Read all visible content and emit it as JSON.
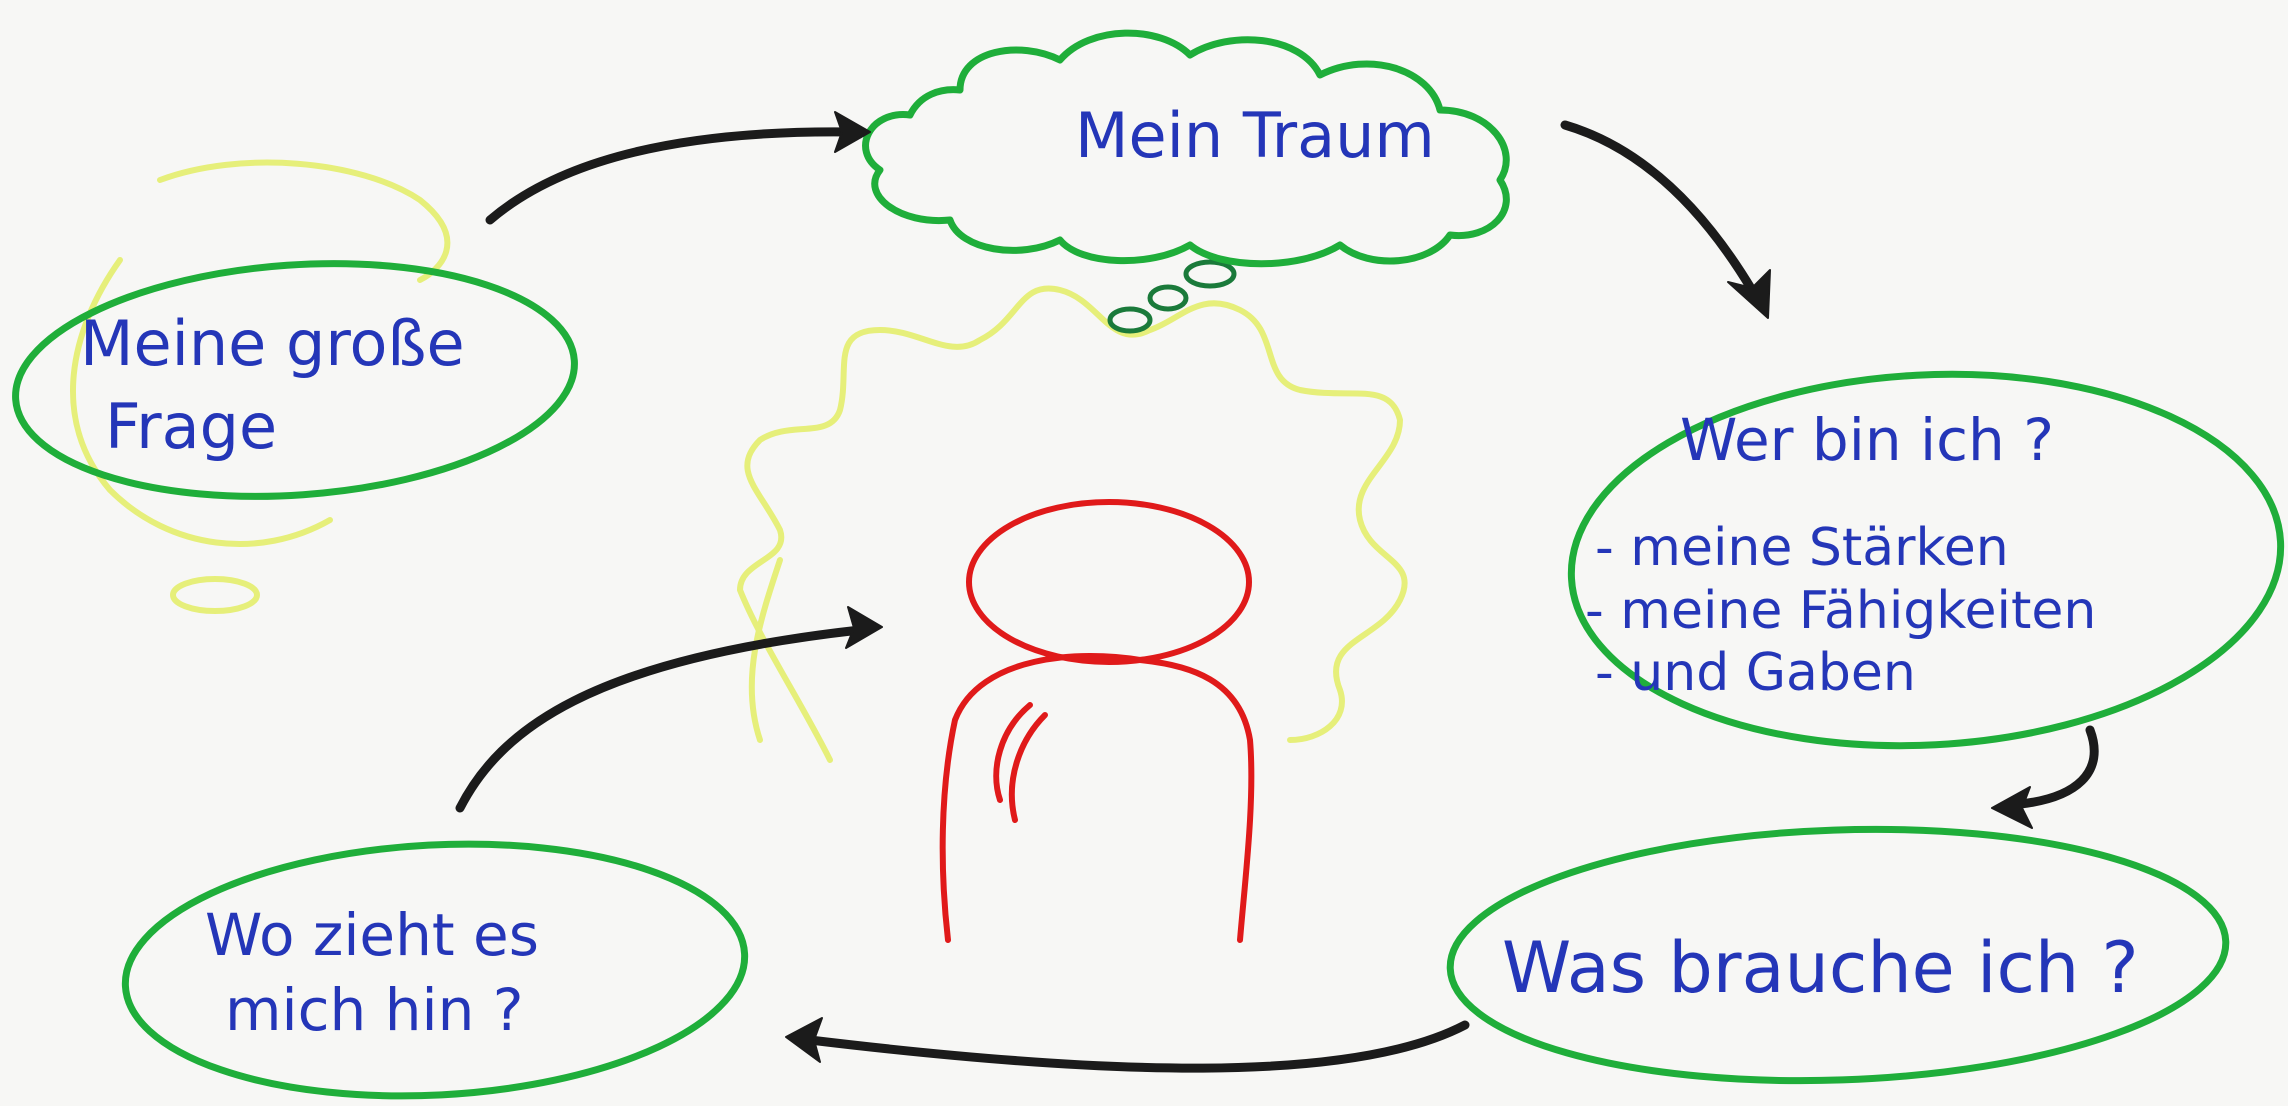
{
  "nodes": {
    "big_question": {
      "line1": "Meine große",
      "line2": "Frage"
    },
    "dream": {
      "label": "Mein Traum"
    },
    "who_am_i": {
      "title": "Wer bin ich ?",
      "items": [
        "- meine Stärken",
        "- meine Fähigkeiten",
        "- und Gaben"
      ]
    },
    "what_need": {
      "label": "Was brauche ich ?"
    },
    "where_drawn": {
      "line1": "Wo zieht es",
      "line2": "mich hin ?"
    }
  },
  "colors": {
    "ink_blue": "#2436b8",
    "outline_green": "#1fae3a",
    "highlight_yellow": "#e6ef7a",
    "person_red": "#e01a1a",
    "arrow_black": "#1b1b1b",
    "board": "#f7f7f5"
  }
}
